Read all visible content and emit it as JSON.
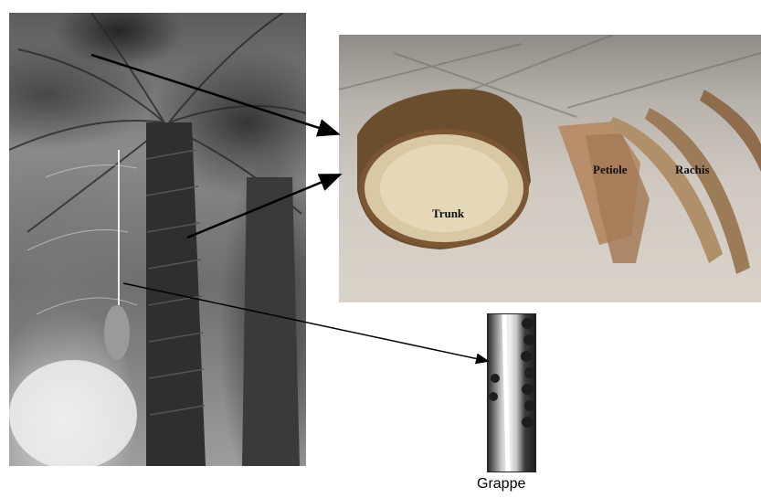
{
  "figure": {
    "labels": {
      "trunk": "Trunk",
      "petiole": "Petiole",
      "rachis": "Rachis",
      "grappe": "Grappe"
    }
  }
}
